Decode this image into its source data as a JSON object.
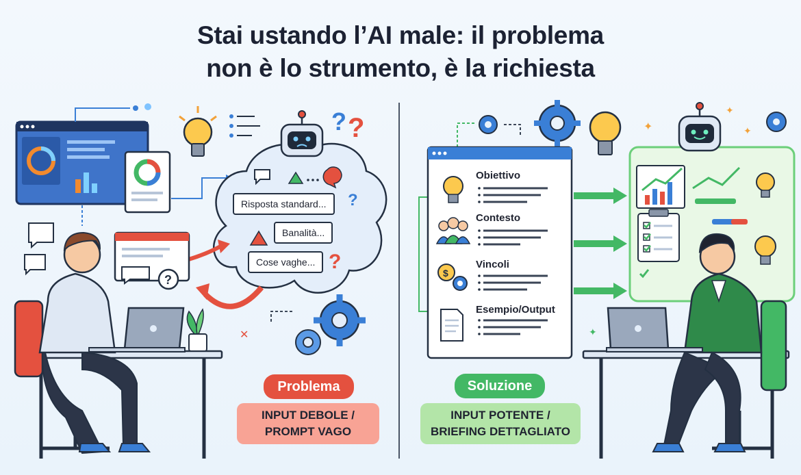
{
  "title": {
    "line1": "Stai ustando l’AI male: il problema",
    "line2": "non è lo strumento, è la richiesta"
  },
  "left": {
    "bubbles": [
      "Risposta standard...",
      "Banalità...",
      "Cose vaghe..."
    ],
    "label": "Problema",
    "box_line1": "INPUT DEBOLE /",
    "box_line2": "PROMPT VAGO"
  },
  "right": {
    "brief_items": [
      "Obiettivo",
      "Contesto",
      "Vincoli",
      "Esempio/Output"
    ],
    "label": "Soluzione",
    "box_line1": "INPUT POTENTE /",
    "box_line2": "BRIEFING DETTAGLIATO"
  },
  "colors": {
    "problem": "#e4513f",
    "problem_box": "#f8a395",
    "solution": "#43b865",
    "solution_box": "#b3e5a8",
    "accent_blue": "#3a7fd6"
  },
  "icons": [
    "laptop-icon",
    "question-mark-icon",
    "robot-icon",
    "lightbulb-icon",
    "gear-icon",
    "checklist-icon",
    "chart-icon",
    "people-icon",
    "coins-icon",
    "document-icon",
    "arrow-icon"
  ]
}
